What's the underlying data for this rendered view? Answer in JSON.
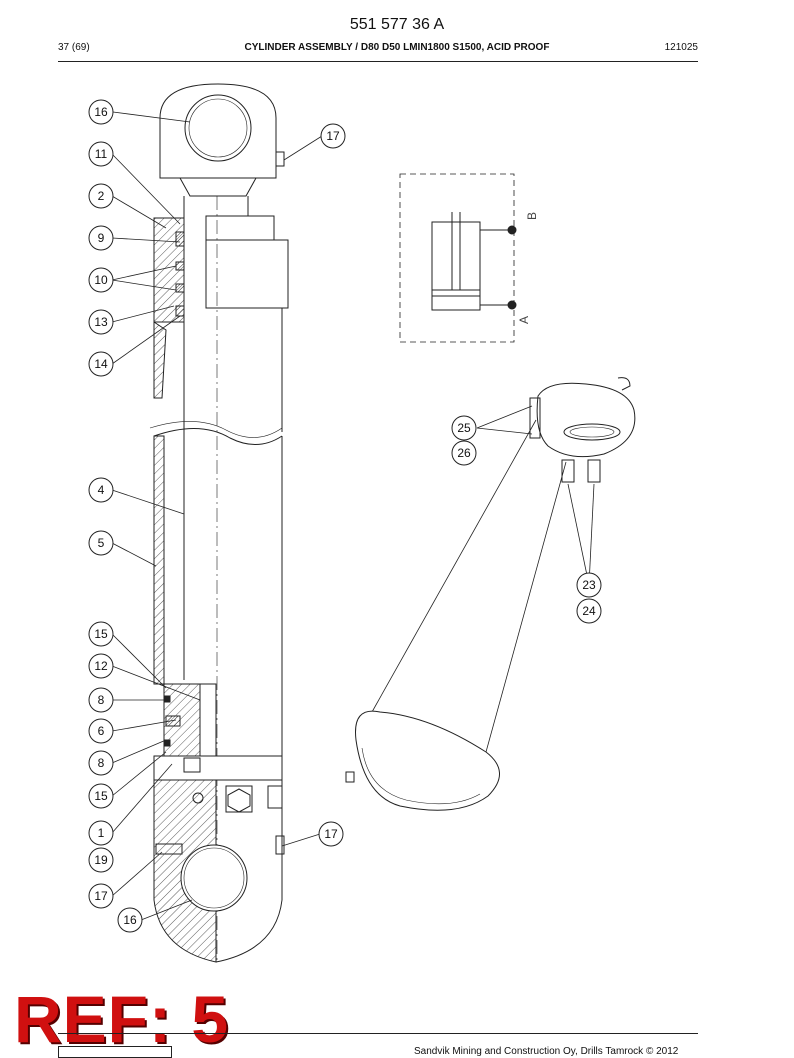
{
  "header": {
    "doc_number": "551 577 36 A",
    "page": "37 (69)",
    "title": "CYLINDER ASSEMBLY / D80 D50 LMIN1800 S1500, ACID PROOF",
    "code": "121025"
  },
  "callouts": {
    "c16a": "16",
    "c11": "11",
    "c2": "2",
    "c9": "9",
    "c10": "10",
    "c13": "13",
    "c14": "14",
    "c4": "4",
    "c5": "5",
    "c15a": "15",
    "c12": "12",
    "c8a": "8",
    "c6": "6",
    "c8b": "8",
    "c15b": "15",
    "c1": "1",
    "c19": "19",
    "c17c": "17",
    "c16b": "16",
    "c17a": "17",
    "c17b": "17",
    "c25": "25",
    "c26": "26",
    "c23": "23",
    "c24": "24"
  },
  "port_labels": {
    "b": "B",
    "a": "A"
  },
  "stamp": {
    "text": "REF: 5"
  },
  "footer": {
    "copyright": "Sandvik Mining and Construction Oy, Drills Tamrock © 2012"
  }
}
